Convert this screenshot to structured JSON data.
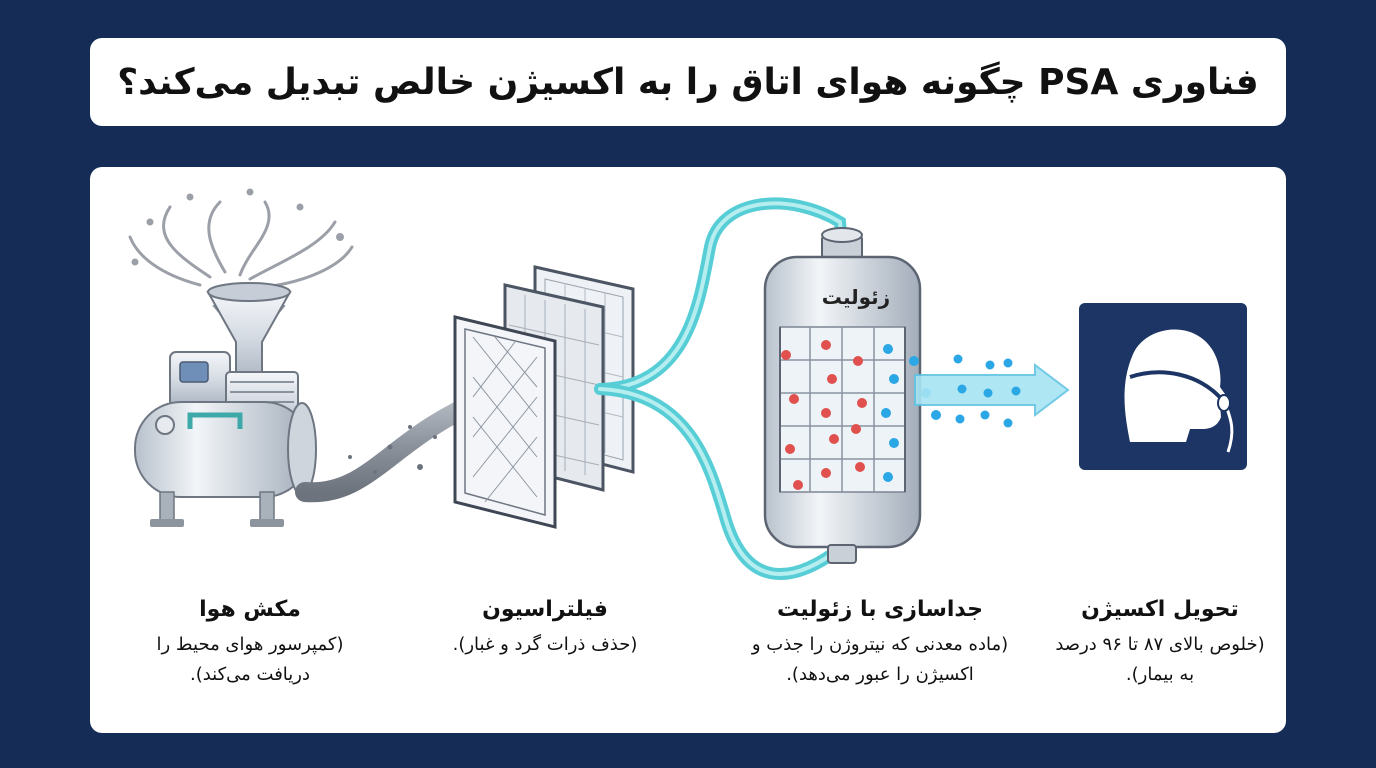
{
  "title": "فناوری PSA چگونه هوای اتاق را به اکسیژن خالص تبدیل می‌کند؟",
  "zeolite_label": "زئولیت",
  "steps": [
    {
      "title": "مکش هوا",
      "text": "(کمپرسور هوای محیط را دریافت می‌کند)."
    },
    {
      "title": "فیلتراسیون",
      "text": "(حذف ذرات گرد و غبار)."
    },
    {
      "title": "جداسازی با زئولیت",
      "text": "(ماده معدنی که نیتروژن را جذب و اکسیژن را عبور می‌دهد)."
    },
    {
      "title": "تحویل اکسیژن",
      "text": "(خلوص بالای ۸۷ تا ۹۶ درصد به بیمار)."
    }
  ],
  "icons": [
    "air-intake-icon",
    "compressor-icon",
    "filter-icon",
    "zeolite-column-icon",
    "patient-oxygen-mask-icon"
  ],
  "colors": {
    "background": "#142c56",
    "panel": "#ffffff",
    "tube": "#57cdd6",
    "nitrogen": "#e0504e",
    "oxygen": "#2ba7e6",
    "patient_tile": "#1d3564"
  }
}
